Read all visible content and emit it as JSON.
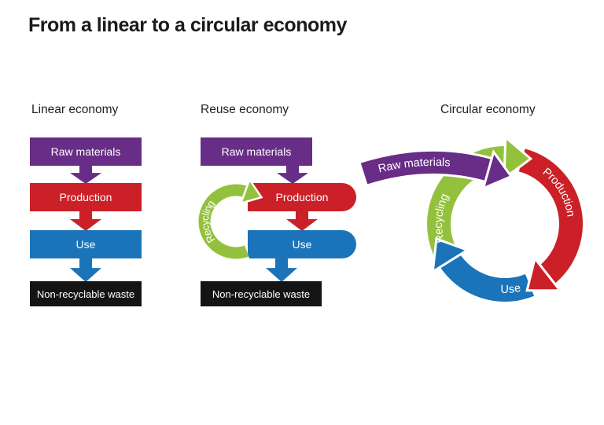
{
  "title": "From a linear to a circular economy",
  "colors": {
    "purple": "#682d87",
    "red": "#cb2027",
    "blue": "#1b74b9",
    "green": "#93c13e",
    "black": "#141414",
    "background": "#ffffff"
  },
  "panels": {
    "linear": {
      "heading": "Linear economy",
      "steps": [
        {
          "label": "Raw materials",
          "color": "purple"
        },
        {
          "label": "Production",
          "color": "red"
        },
        {
          "label": "Use",
          "color": "blue"
        },
        {
          "label": "Non-recyclable waste",
          "color": "black"
        }
      ]
    },
    "reuse": {
      "heading": "Reuse economy",
      "steps": [
        {
          "label": "Raw materials",
          "color": "purple"
        },
        {
          "label": "Production",
          "color": "red"
        },
        {
          "label": "Use",
          "color": "blue"
        },
        {
          "label": "Non-recyclable waste",
          "color": "black"
        }
      ],
      "recycling_label": "Recycling"
    },
    "circular": {
      "heading": "Circular economy",
      "segments": [
        {
          "label": "Raw materials",
          "color": "purple"
        },
        {
          "label": "Production",
          "color": "red"
        },
        {
          "label": "Use",
          "color": "blue"
        },
        {
          "label": "Recycling",
          "color": "green"
        }
      ]
    }
  }
}
